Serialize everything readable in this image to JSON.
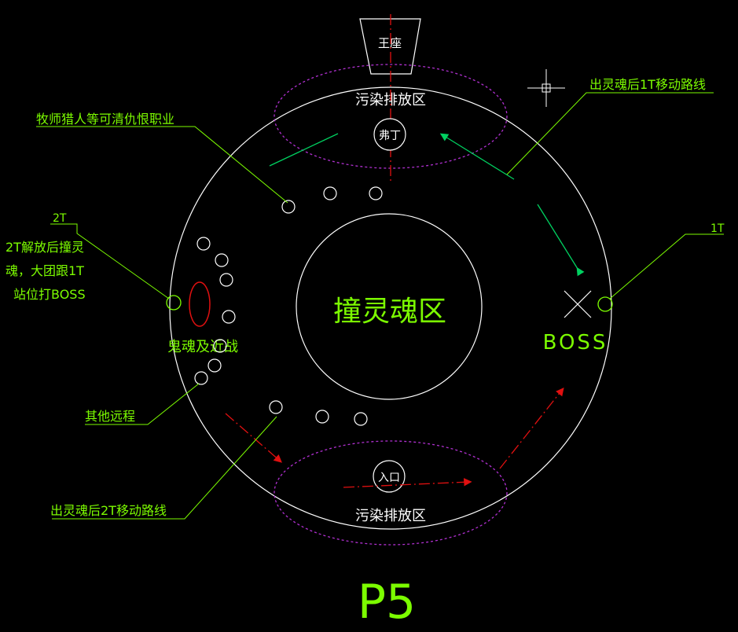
{
  "throne": "王座",
  "top_zone": "污染排放区",
  "bottom_zone": "污染排放区",
  "top_marker": "弗丁",
  "bottom_marker": "入口",
  "center_zone": "撞灵魂区",
  "boss": "BOSS",
  "left_group": "鬼魂及近战",
  "callouts": {
    "priest_hunter": "牧师猎人等可清仇恨职业",
    "t1_route": "出灵魂后1T移动路线",
    "t1": "1T",
    "t2": "2T",
    "t2_note_line1": "2T解放后撞灵",
    "t2_note_line2": "魂，大团跟1T",
    "t2_note_line3": "站位打BOSS",
    "other_ranged": "其他远程",
    "t2_route": "出灵魂后2T移动路线"
  },
  "page_label": "P5",
  "colors": {
    "background": "#000000",
    "label": "#7CFC00",
    "line": "#ffffff",
    "zone": "#b030d0",
    "route_red": "#e01010",
    "route_green": "#00d060"
  }
}
